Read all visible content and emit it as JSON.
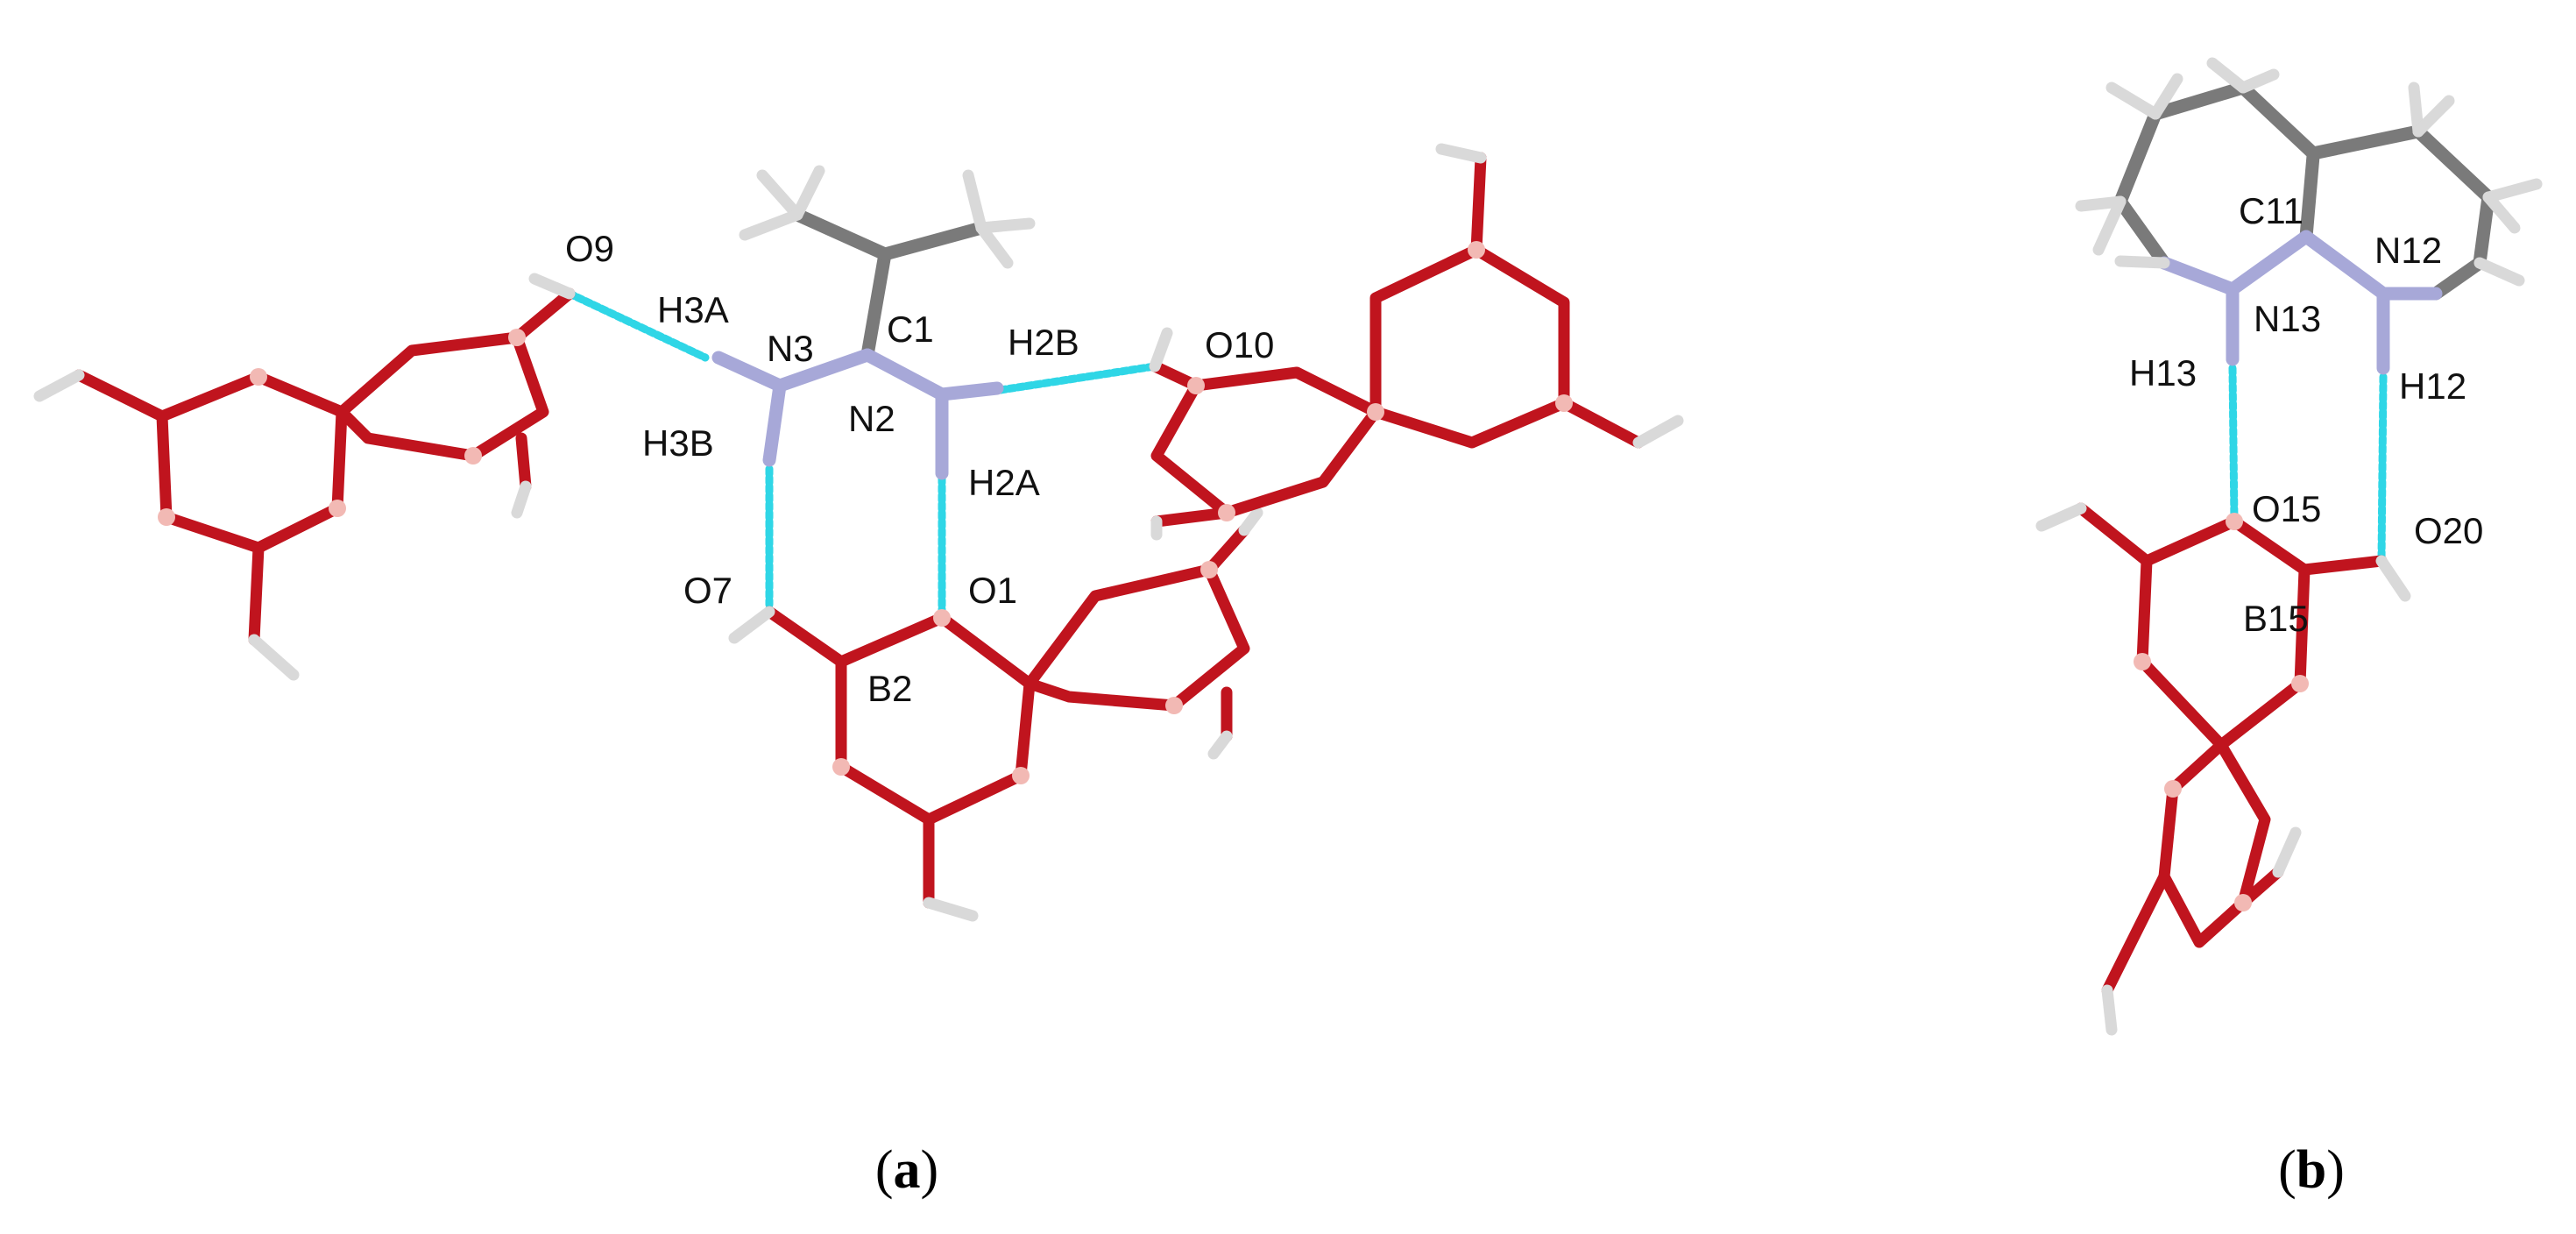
{
  "colors": {
    "oxygen": "#c0141e",
    "boron": "#f2b9b4",
    "nitrogen": "#a7a8d8",
    "carbon": "#7a7a7a",
    "hydrogen": "#d9d9d9",
    "hbond": "#2fd6e6",
    "text": "#111111"
  },
  "panels": {
    "a": {
      "label_open": "(",
      "label_letter": "a",
      "label_close": ")",
      "atom_labels": {
        "O9": "O9",
        "H3A": "H3A",
        "N3": "N3",
        "C1": "C1",
        "H2B": "H2B",
        "O10": "O10",
        "H3B": "H3B",
        "N2": "N2",
        "H2A": "H2A",
        "O7": "O7",
        "O1": "O1",
        "B2": "B2"
      }
    },
    "b": {
      "label_open": "(",
      "label_letter": "b",
      "label_close": ")",
      "atom_labels": {
        "C11": "C11",
        "N12": "N12",
        "N13": "N13",
        "H13": "H13",
        "H12": "H12",
        "O15": "O15",
        "O20": "O20",
        "B15": "B15"
      }
    }
  }
}
